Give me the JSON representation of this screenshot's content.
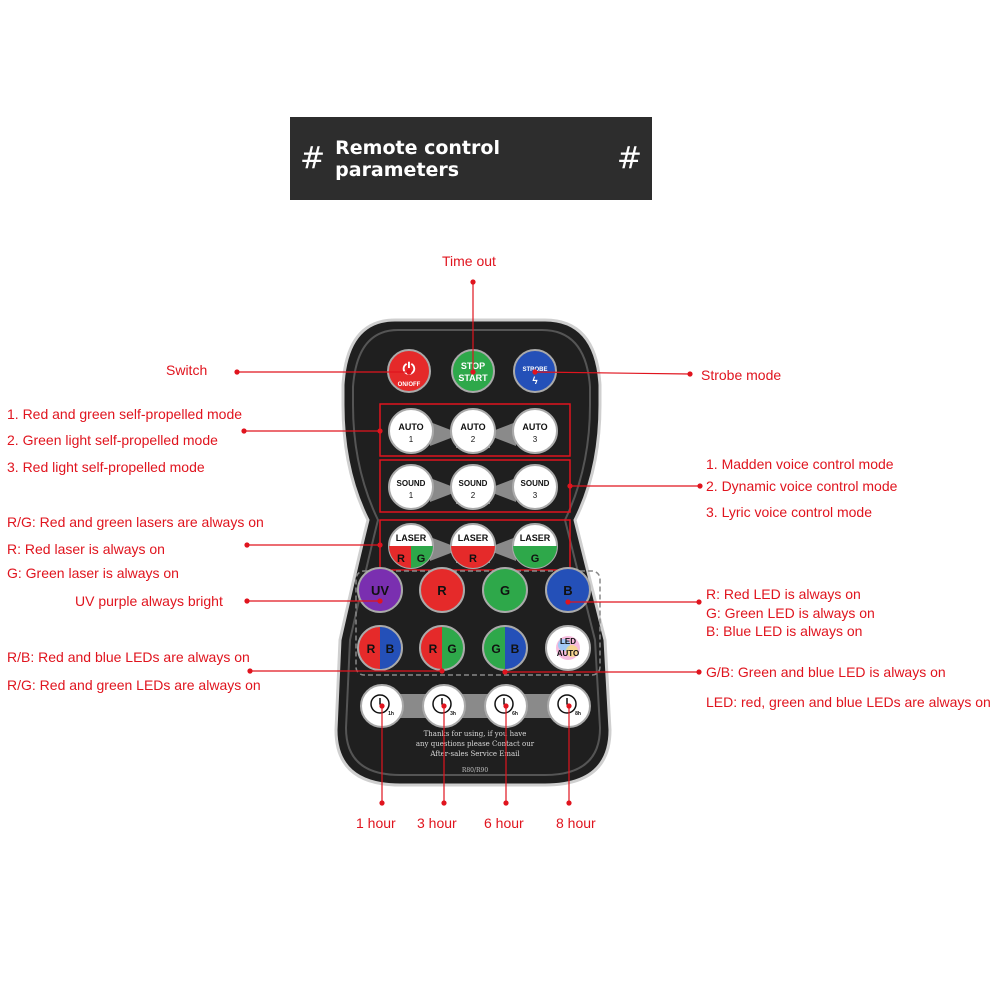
{
  "title": {
    "hash_left": "#",
    "text": "Remote control parameters",
    "hash_right": "#"
  },
  "labels": {
    "time_out": "Time out",
    "switch": "Switch",
    "strobe_mode": "Strobe mode",
    "auto_1": "1. Red and green self-propelled mode",
    "auto_2": "2. Green light self-propelled mode",
    "auto_3": "3. Red light self-propelled mode",
    "sound_1": "1. Madden voice control mode",
    "sound_2": "2. Dynamic voice control mode",
    "sound_3": "3. Lyric voice control mode",
    "laser_rg": "R/G: Red and green lasers are always on",
    "laser_r": "R: Red laser is always on",
    "laser_g": "G: Green laser is always on",
    "uv": "UV purple always bright",
    "led_r": "R: Red LED is always on",
    "led_g": "G: Green LED is always on",
    "led_b": "B: Blue LED is always on",
    "led_rb": "R/B: Red and blue LEDs are always on",
    "led_rg": "R/G: Red and green LEDs are always on",
    "led_gb": "G/B: Green and blue LED is always on",
    "led_auto": "LED: red, green and blue LEDs are always on",
    "hour_1": "1 hour",
    "hour_3": "3 hour",
    "hour_6": "6 hour",
    "hour_8": "8 hour"
  },
  "remote": {
    "on_off": "ON/OFF",
    "stop": "STOP",
    "start": "START",
    "strobe": "STROBE",
    "strobe_glyph": "ϟ",
    "auto": "AUTO",
    "sound": "SOUND",
    "laser": "LASER",
    "n1": "1",
    "n2": "2",
    "n3": "3",
    "uv": "UV",
    "r": "R",
    "g": "G",
    "b": "B",
    "led": "LED",
    "led_auto": "AUTO",
    "t1": "1h",
    "t3": "3h",
    "t6": "6h",
    "t8": "8h",
    "footer_1": "Thanks for using, if you have",
    "footer_2": "any questions please Contact our",
    "footer_3": "After-sales Service Email",
    "model": "R80/R90"
  },
  "colors": {
    "label_red": "#e0141e",
    "body_dark": "#1f1f1f",
    "red_button": "#e52a2a",
    "green_button": "#2ea84a",
    "blue_button": "#2450b8",
    "uv_purple": "#7a2fb0"
  }
}
